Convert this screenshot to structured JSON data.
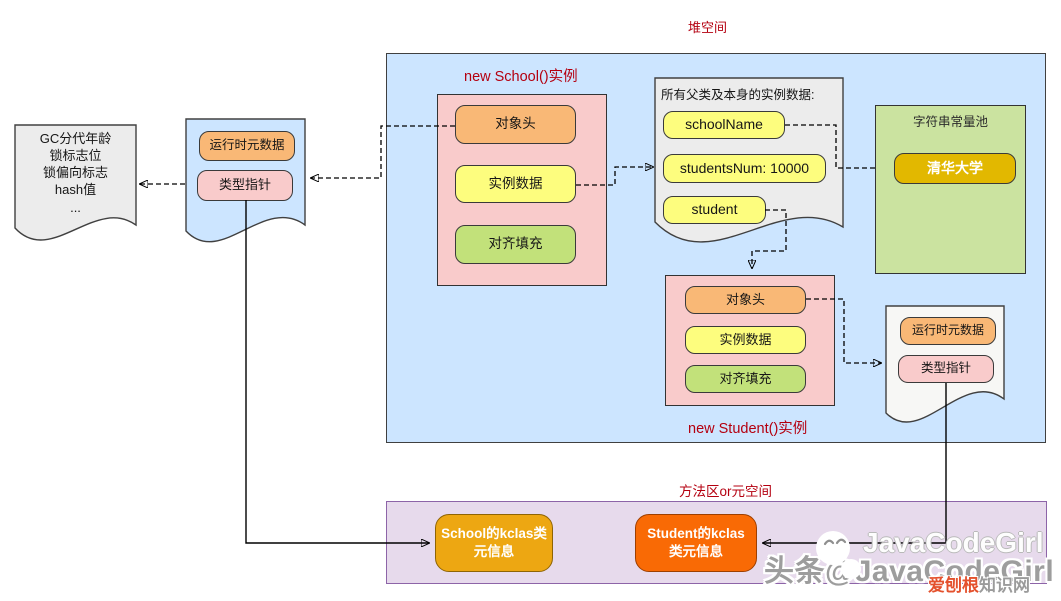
{
  "heap": {
    "label": "堆空间",
    "school_instance": {
      "label": "new School()实例",
      "object_header": "对象头",
      "instance_data": "实例数据",
      "padding": "对齐填充"
    },
    "instance_fields": {
      "title": "所有父类及本身的实例数据:",
      "fields": [
        "schoolName",
        "studentsNum: 10000",
        "student"
      ]
    },
    "string_pool": {
      "title": "字符串常量池",
      "value": "清华大学"
    },
    "student_instance": {
      "label": "new Student()实例",
      "object_header": "对象头",
      "instance_data": "实例数据",
      "padding": "对齐填充"
    },
    "student_header_detail": {
      "runtime_metadata": "运行时元数据",
      "type_pointer": "类型指针"
    }
  },
  "school_header_detail": {
    "runtime_metadata": "运行时元数据",
    "type_pointer": "类型指针"
  },
  "mark_word": {
    "lines": [
      "GC分代年龄",
      "锁标志位",
      "锁偏向标志",
      "hash值",
      "..."
    ]
  },
  "method_area": {
    "label": "方法区or元空间",
    "school_kclass": {
      "line1": "School的kclas类",
      "line2": "元信息"
    },
    "student_kclass": {
      "line1": "Student的kclas",
      "line2": "类元信息"
    }
  },
  "watermark": {
    "ghost": "JavaCodeGirl",
    "main": "头条@JavaCodeGirl",
    "site_red": "爱刨根",
    "site_gray": "知识网"
  },
  "colors": {
    "label_red": "#B40010",
    "heap_blue": "#CCE5FF",
    "instance_pink": "#F9CBCB",
    "header_orange": "#F9B876",
    "data_yellow": "#FDFD7E",
    "padding_green": "#C2E17A",
    "pool_green": "#CBE3A0",
    "pool_gold": "#E2B800",
    "method_purple": "#E7DAEC",
    "school_kclass_gold": "#EDA712",
    "student_kclass_orange": "#F96A05"
  }
}
